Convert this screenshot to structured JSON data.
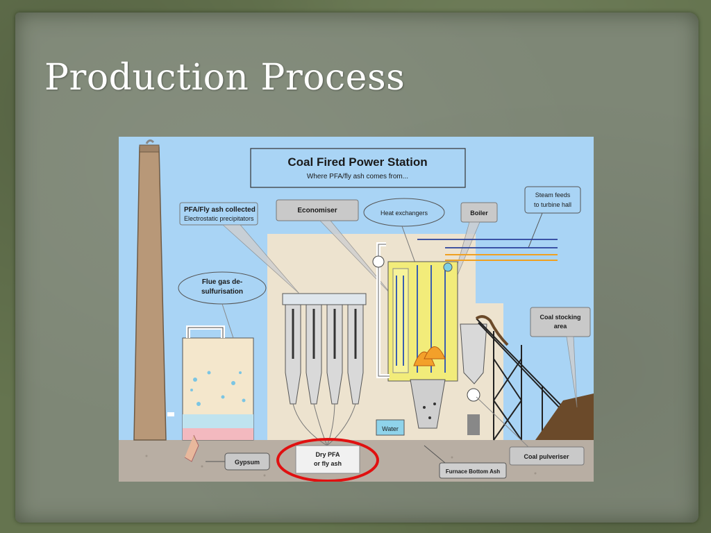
{
  "slide": {
    "title": "Production Process"
  },
  "diagram": {
    "heading": "Coal Fired Power Station",
    "subheading": "Where PFA/fly ash comes from...",
    "callouts": {
      "pfa_collected_title": "PFA/Fly ash collected",
      "pfa_collected_sub": "Electrostatic precipitators",
      "economiser": "Economiser",
      "heat_exchangers": "Heat exchangers",
      "boiler": "Boiler",
      "steam_feeds_1": "Steam feeds",
      "steam_feeds_2": "to turbine hall",
      "flue_gas_1": "Flue gas de-",
      "flue_gas_2": "sulfurisation",
      "coal_stocking_1": "Coal stocking",
      "coal_stocking_2": "area",
      "water": "Water",
      "gypsum": "Gypsum",
      "dry_pfa_1": "Dry PFA",
      "dry_pfa_2": "or fly ash",
      "coal_pulveriser": "Coal pulveriser",
      "furnace_bottom_ash": "Furnace Bottom Ash"
    },
    "colors": {
      "sky": "#a9d4f5",
      "ground": "#b8aea3",
      "highlight_ring": "#e01010",
      "building": "#ede3cf"
    }
  }
}
